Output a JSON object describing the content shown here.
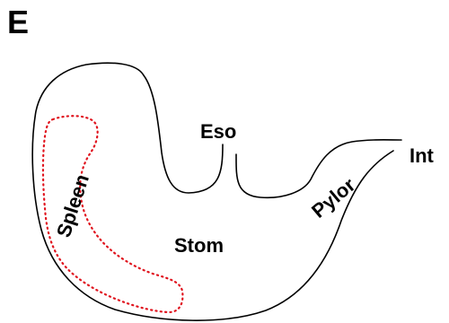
{
  "panel_label": "E",
  "labels": {
    "esophagus": "Eso",
    "intestine": "Int",
    "pylorus": "Pylor",
    "spleen": "Spleen",
    "stomach": "Stom"
  },
  "colors": {
    "outline": "#000000",
    "spleen_outline": "#e0141e"
  }
}
